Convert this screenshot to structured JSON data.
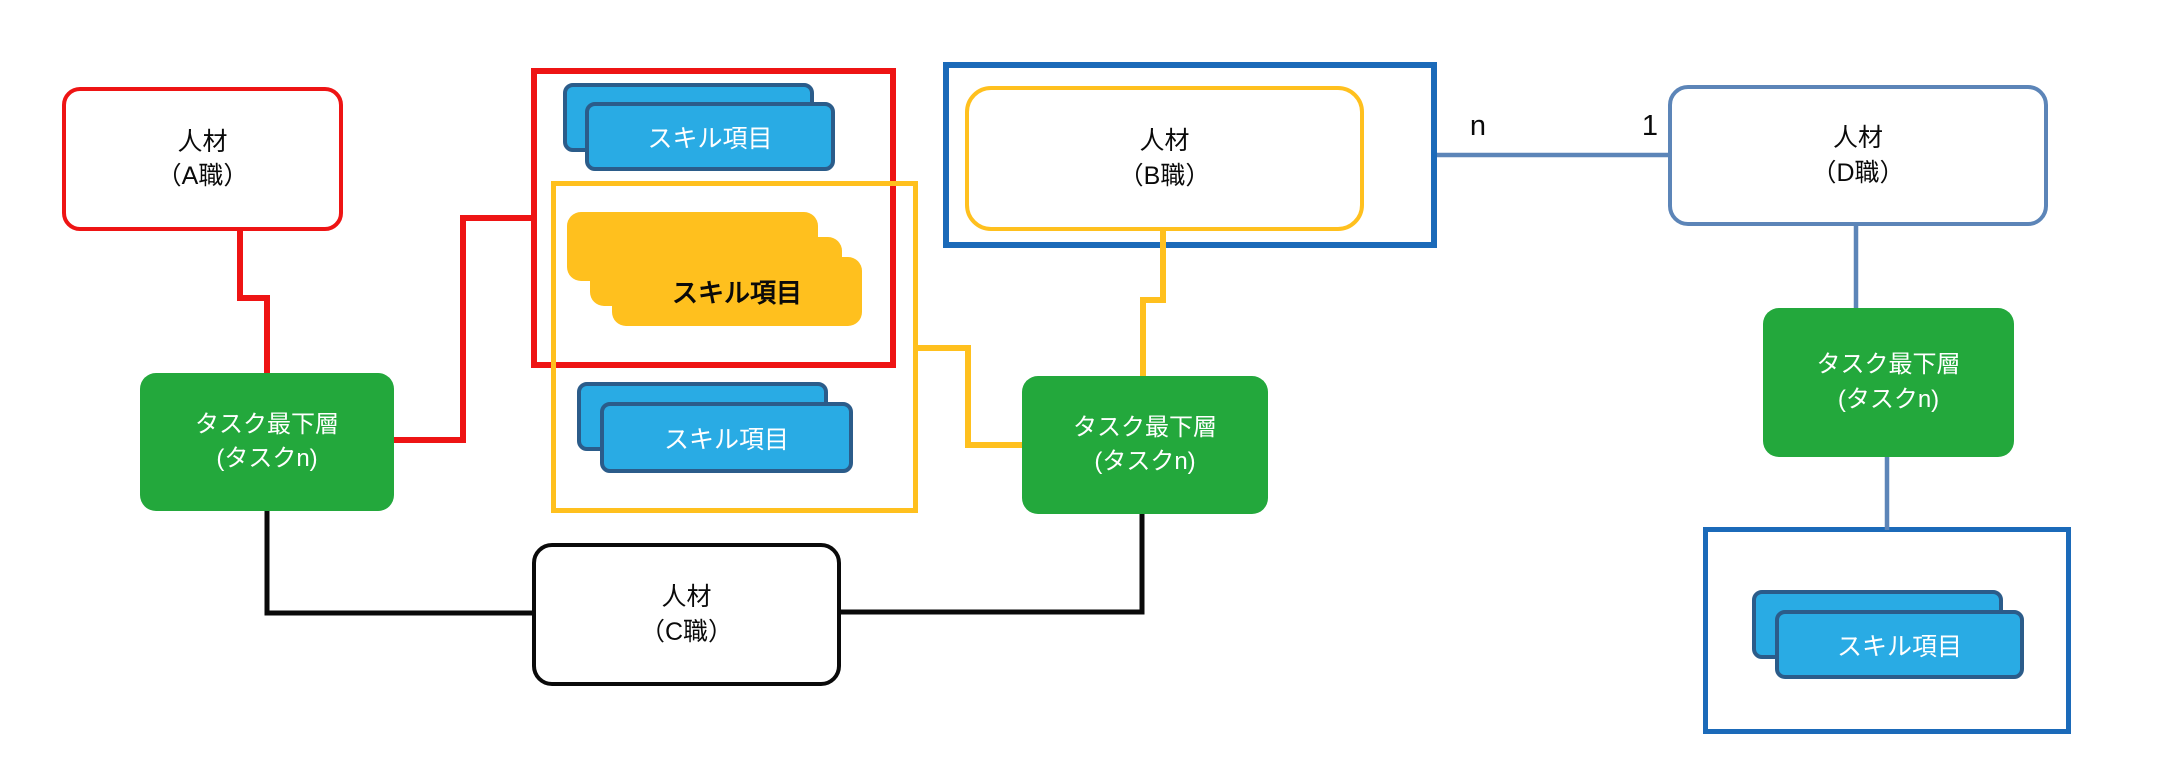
{
  "colors": {
    "red": "#ee1414",
    "yellow": "#ffc01e",
    "green": "#23a83c",
    "blue-fill": "#29abe4",
    "blue-edge": "#2b5c8a",
    "blue-strong": "#1b6ab9",
    "steel": "#5c85b8",
    "ink": "#0a0a0a"
  },
  "boxes": {
    "person_a": {
      "line1": "人材",
      "line2": "（A職）"
    },
    "person_b": {
      "line1": "人材",
      "line2": "（B職）"
    },
    "person_c": {
      "line1": "人材",
      "line2": "（C職）"
    },
    "person_d": {
      "line1": "人材",
      "line2": "（D職）"
    },
    "task": {
      "line1": "タスク最下層",
      "line2": "(タスクn)"
    },
    "skill_item": "スキル項目"
  },
  "labels": {
    "cardinality_n": "n",
    "cardinality_1": "1"
  }
}
